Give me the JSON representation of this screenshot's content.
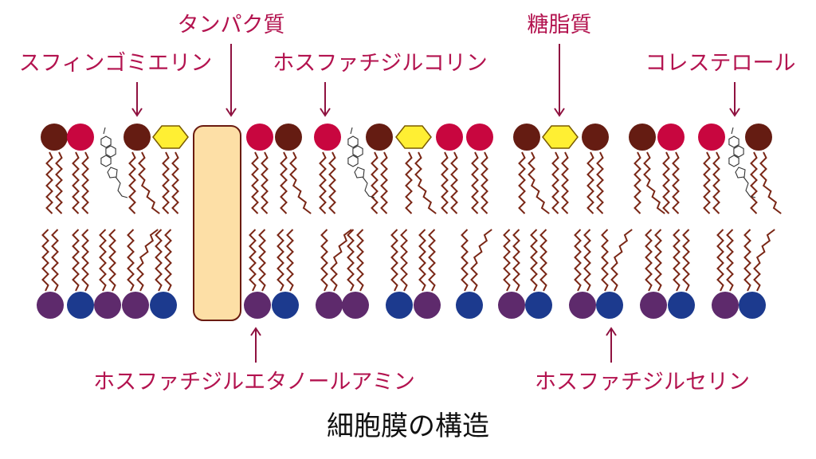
{
  "title": "細胞膜の構造",
  "colors": {
    "label": "#b3134f",
    "arrow": "#8f1240",
    "tail": "#7a2716",
    "sphingomyelin_head": "#651c12",
    "phosphatidylcholine_head": "#c8063f",
    "phosphatidylethanolamine_head": "#5e2a6c",
    "phosphatidylserine_head": "#1c3a8e",
    "glycolipid_head": "#ffef33",
    "protein_fill": "#fddfa6",
    "protein_stroke": "#6a1b10",
    "cholesterol": "#333333",
    "title": "#111111"
  },
  "labels": {
    "protein": "タンパク質",
    "glycolipid": "糖脂質",
    "sphingomyelin": "スフィンゴミエリン",
    "phosphatidylcholine": "ホスファチジルコリン",
    "cholesterol": "コレステロール",
    "phosphatidylethanolamine": "ホスファチジルエタノールアミン",
    "phosphatidylserine": "ホスファチジルセリン"
  }
}
